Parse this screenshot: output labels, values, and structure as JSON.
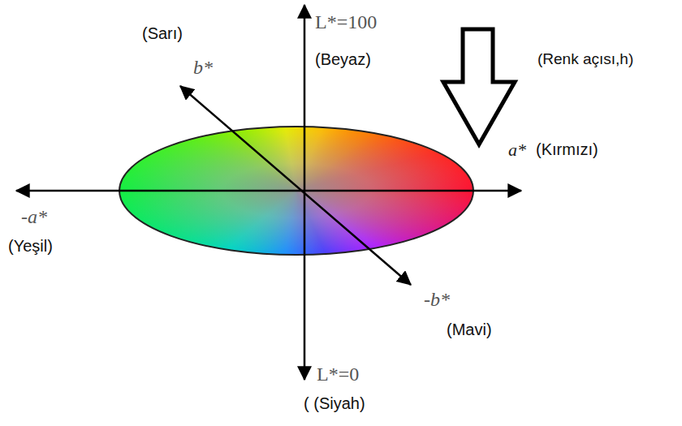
{
  "diagram": {
    "labels": [
      "(Sarı)",
      "b*",
      "L*=100",
      "(Beyaz)",
      "(Renk açısı,h)",
      "a*",
      "(Kırmızı)",
      "-a*",
      "(Yeşil)",
      "-b*",
      "(Mavi)",
      "L*=0",
      "( (Siyah)"
    ]
  }
}
